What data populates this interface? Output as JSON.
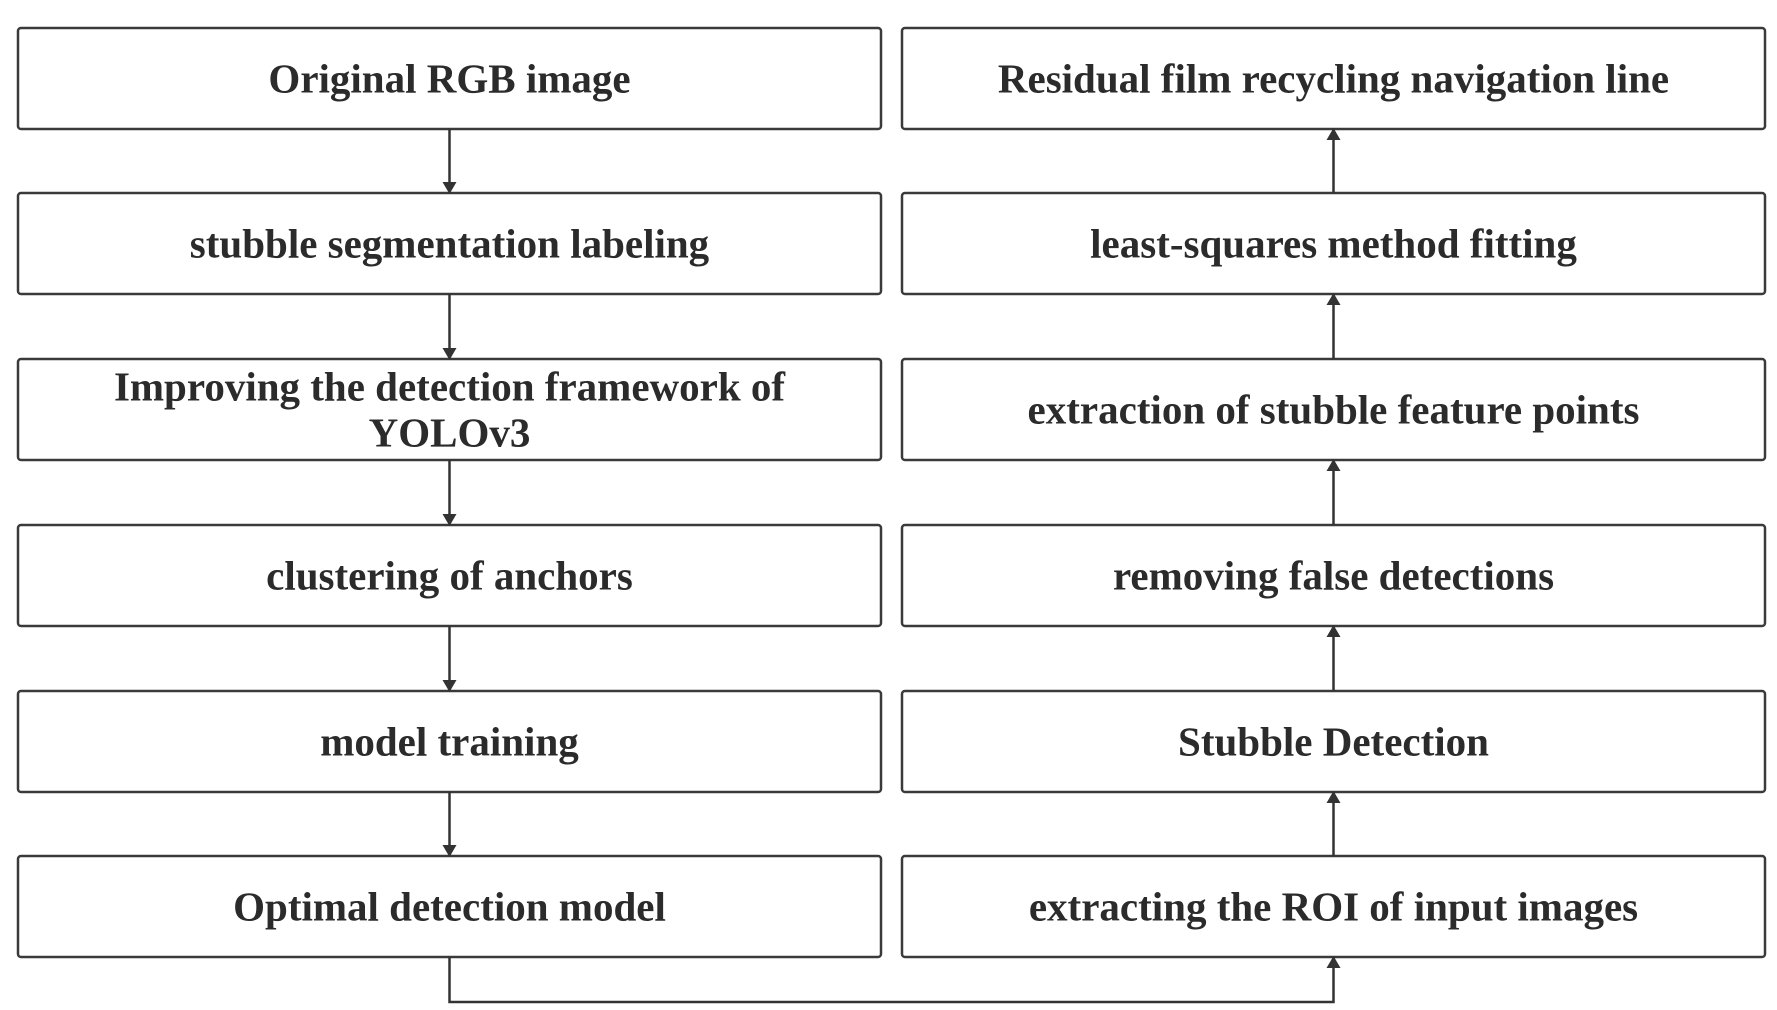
{
  "left_column": [
    {
      "id": "original-rgb-image",
      "lines": [
        "Original RGB image"
      ]
    },
    {
      "id": "stubble-segmentation-labeling",
      "lines": [
        "stubble segmentation labeling"
      ]
    },
    {
      "id": "improving-detection-framework",
      "lines": [
        "Improving the detection framework of",
        "YOLOv3"
      ]
    },
    {
      "id": "clustering-of-anchors",
      "lines": [
        "clustering of anchors"
      ]
    },
    {
      "id": "model-training",
      "lines": [
        "model training"
      ]
    },
    {
      "id": "optimal-detection-model",
      "lines": [
        "Optimal detection model"
      ]
    }
  ],
  "right_column": [
    {
      "id": "residual-film-navigation-line",
      "lines": [
        "Residual film recycling navigation line"
      ]
    },
    {
      "id": "least-squares-fitting",
      "lines": [
        "least-squares method fitting"
      ]
    },
    {
      "id": "extraction-feature-points",
      "lines": [
        "extraction of stubble feature points"
      ]
    },
    {
      "id": "removing-false-detections",
      "lines": [
        "removing false detections"
      ]
    },
    {
      "id": "stubble-detection",
      "lines": [
        "Stubble Detection"
      ]
    },
    {
      "id": "extracting-roi",
      "lines": [
        "extracting the ROI of input images"
      ]
    }
  ]
}
